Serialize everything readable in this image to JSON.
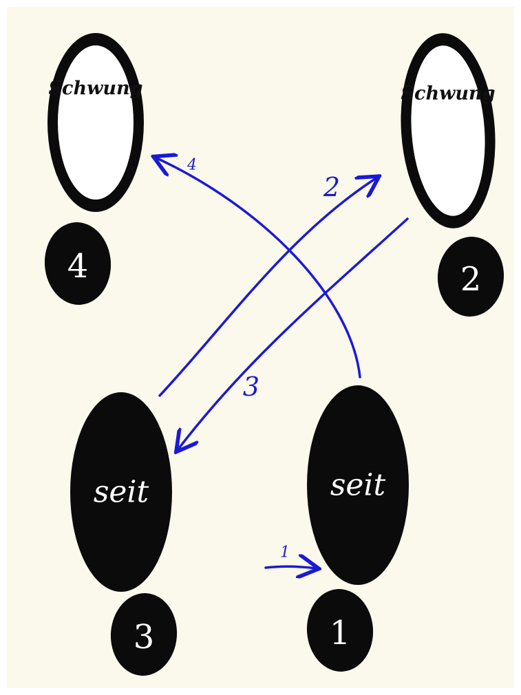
{
  "colors": {
    "background": "#fbf8ec",
    "border": "#ffffff",
    "shoe_black": "#0b0b0b",
    "sole_white": "#ffffff",
    "arrow_blue": "#1a1ad6"
  },
  "feet": [
    {
      "step": "1",
      "sole_label": "seit",
      "sole_style": "solid"
    },
    {
      "step": "2",
      "sole_label": "Schwung",
      "sole_style": "outline"
    },
    {
      "step": "3",
      "sole_label": "seit",
      "sole_style": "solid"
    },
    {
      "step": "4",
      "sole_label": "Schwung",
      "sole_style": "outline"
    }
  ],
  "arrows": [
    {
      "label": "1",
      "from_step": "",
      "to_step": "1"
    },
    {
      "label": "2",
      "from_step": "3",
      "to_step": "2"
    },
    {
      "label": "3",
      "from_step": "2",
      "to_step": "3"
    },
    {
      "label": "4",
      "from_step": "1",
      "to_step": "4"
    }
  ]
}
